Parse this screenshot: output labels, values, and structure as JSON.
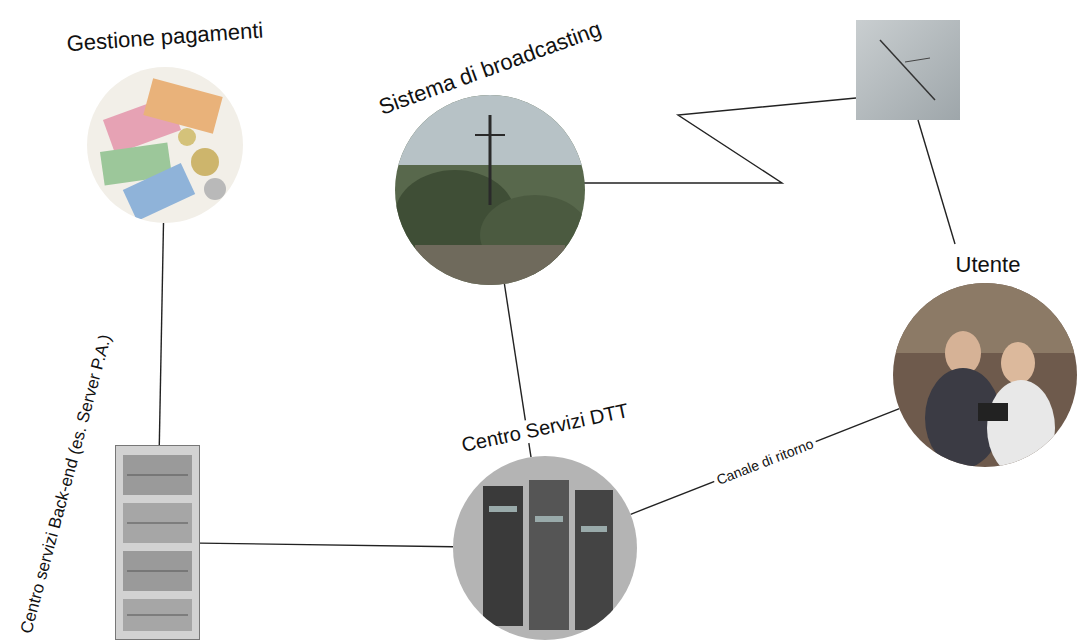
{
  "diagram": {
    "nodes": [
      {
        "text": [
          "Gestione pagamenti"
        ]
      },
      {
        "text": [
          "Sistema di broadcasting"
        ]
      },
      {
        "text": [
          "Utente"
        ]
      },
      {
        "text": [
          "Centro servizi Back-end (es. Server P.A.)"
        ]
      },
      {
        "text": [
          "Centro Servizi DTT"
        ]
      }
    ],
    "edges": [
      {
        "from": 0,
        "to": 3,
        "arrow": "none"
      },
      {
        "from": 4,
        "to": 1,
        "arrow": "none"
      },
      {
        "from": 3,
        "to": 4,
        "arrow": "none"
      },
      {
        "from": 4,
        "to": 2,
        "label": "Canale di ritorno",
        "arrow": "none"
      }
    ]
  }
}
